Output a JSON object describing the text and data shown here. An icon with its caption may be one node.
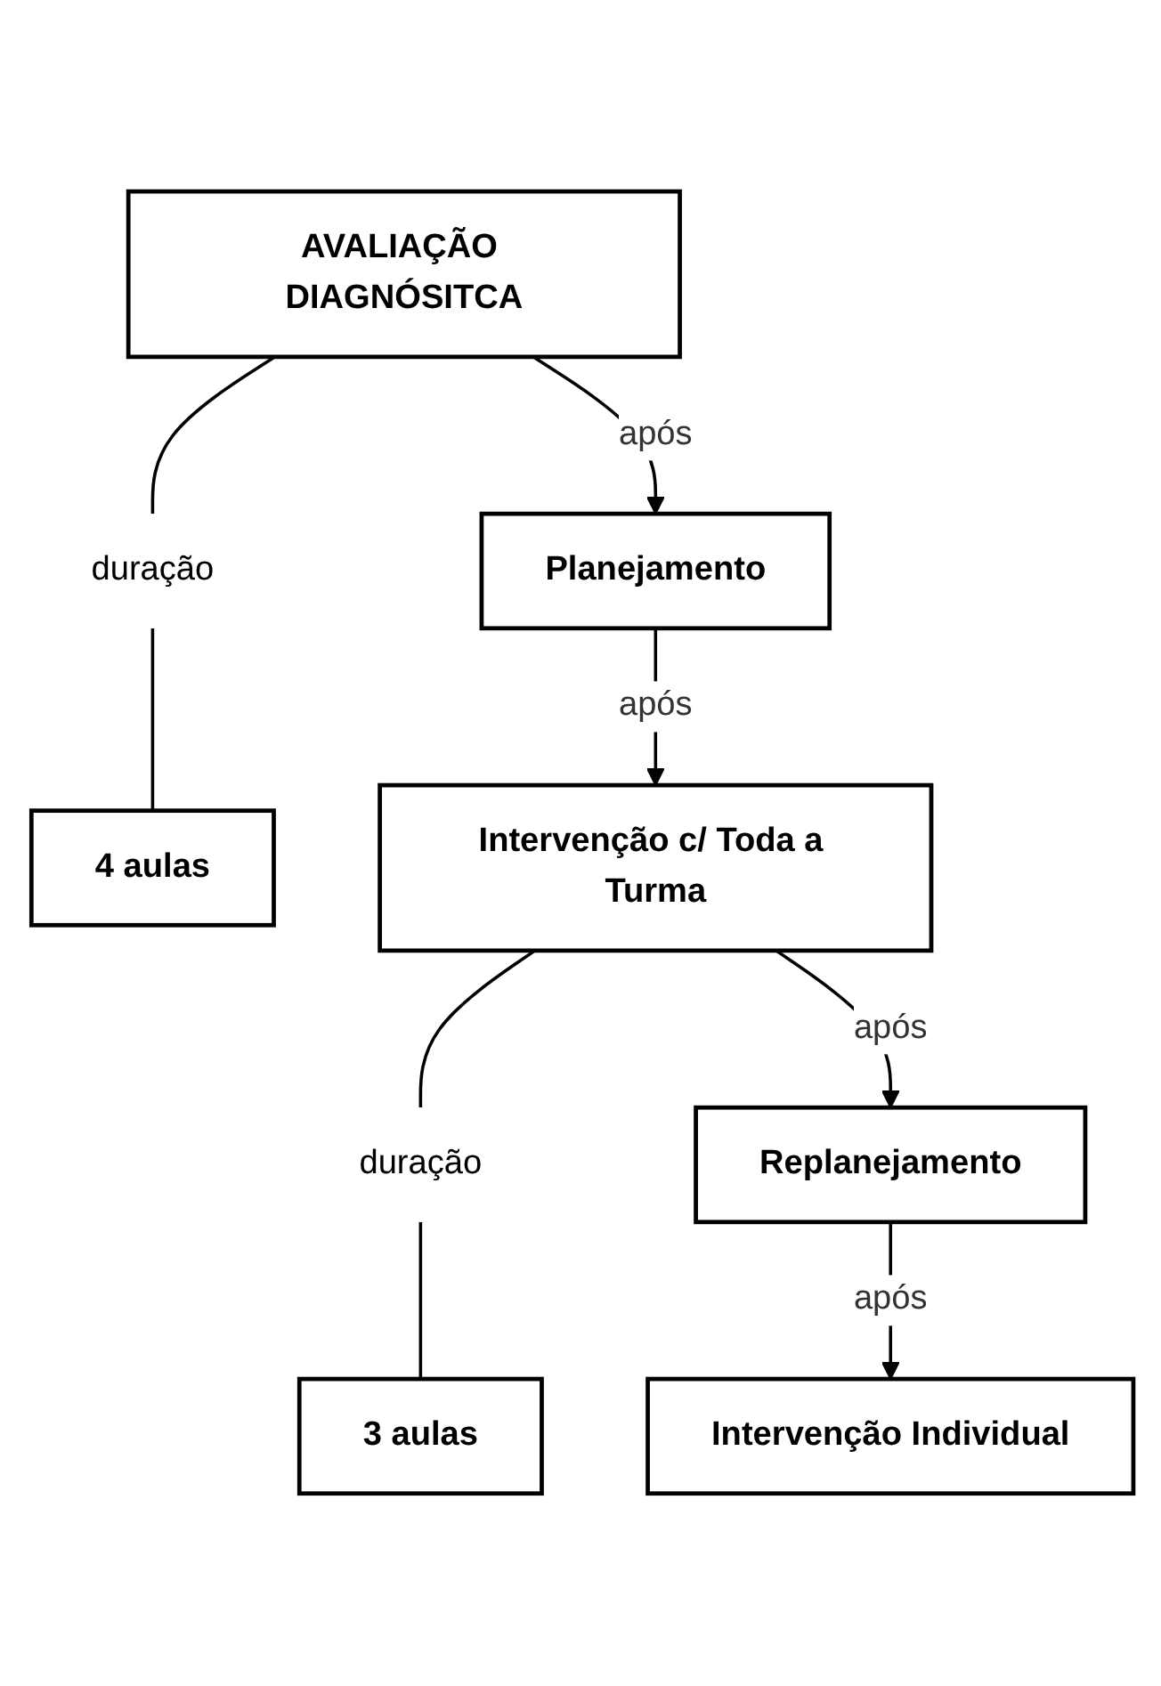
{
  "diagram": {
    "nodes": [
      {
        "text": [
          "AVALIAÇÃO DIAGNÓSITCA"
        ]
      },
      {
        "text": [
          "duração"
        ]
      },
      {
        "text": [
          "4 aulas"
        ]
      },
      {
        "text": [
          "Planejamento"
        ]
      },
      {
        "text": [
          "Intervenção c/ Toda a Turma"
        ]
      },
      {
        "text": [
          "duração"
        ]
      },
      {
        "text": [
          "3 aulas"
        ]
      },
      {
        "text": [
          "Replanejamento"
        ]
      },
      {
        "text": [
          "Intervenção Individual"
        ]
      }
    ],
    "edges": [
      {
        "from": 0,
        "to": 1,
        "arrow": "none"
      },
      {
        "from": 1,
        "to": 2,
        "arrow": "none"
      },
      {
        "from": 0,
        "to": 3,
        "arrow": "to",
        "label": "após"
      },
      {
        "from": 3,
        "to": 4,
        "arrow": "to",
        "label": "após"
      },
      {
        "from": 4,
        "to": 5,
        "arrow": "none"
      },
      {
        "from": 5,
        "to": 6,
        "arrow": "none"
      },
      {
        "from": 4,
        "to": 7,
        "arrow": "to",
        "label": "após"
      },
      {
        "from": 7,
        "to": 8,
        "arrow": "to",
        "label": "após"
      }
    ]
  }
}
